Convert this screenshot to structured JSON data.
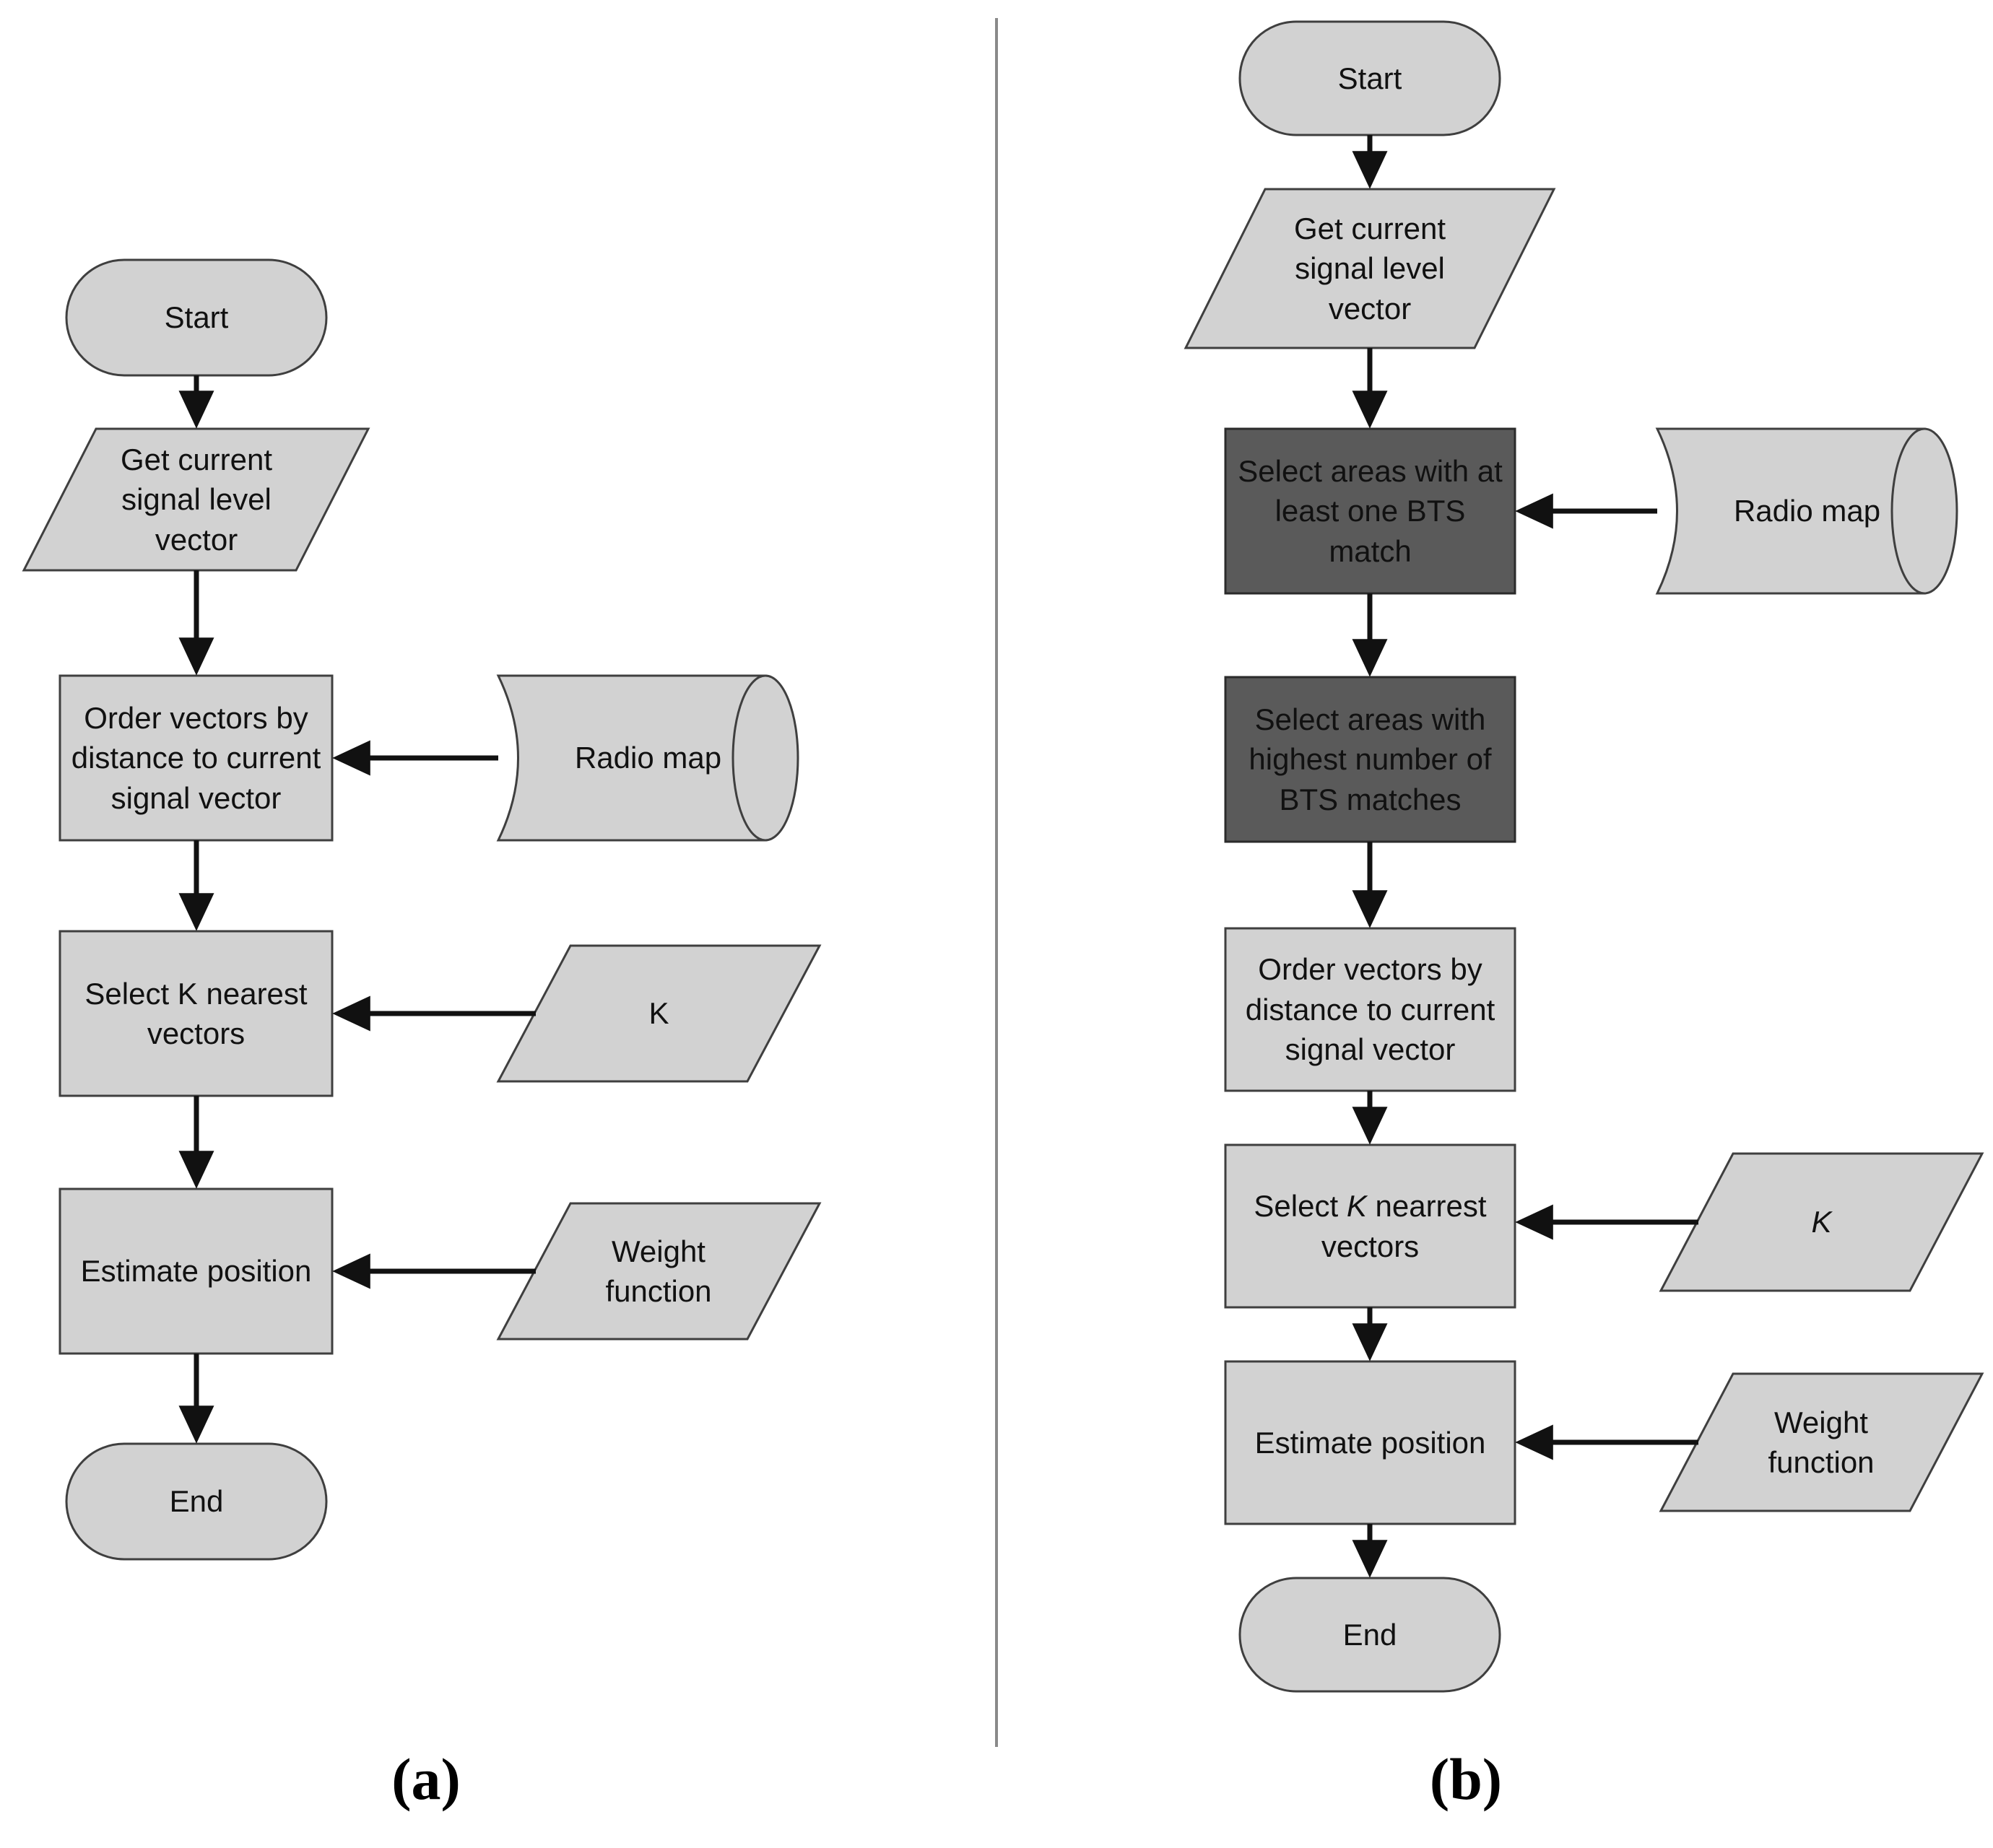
{
  "colors": {
    "shape_fill": "#d2d2d2",
    "shape_stroke": "#3f3f3f",
    "dark_fill": "#5a5a5a",
    "dark_stroke": "#2b2b2b",
    "arrow_color": "#111111",
    "divider_color": "#8a8a8a",
    "text_color": "#111111"
  },
  "panel_a": {
    "label": "(a)",
    "start": "Start",
    "get_signal": "Get current signal level vector",
    "order_vectors": "Order vectors by distance to current signal vector",
    "radio_map": "Radio map",
    "select_k": "Select K nearest vectors",
    "k_input": "K",
    "estimate": "Estimate position",
    "weight_function": "Weight function",
    "end": "End"
  },
  "panel_b": {
    "label": "(b)",
    "start": "Start",
    "get_signal": "Get current signal level vector",
    "select_areas_one": "Select areas with at least one BTS match",
    "select_areas_highest": "Select areas with highest number of BTS matches",
    "order_vectors": "Order vectors by distance to current signal vector",
    "radio_map": "Radio map",
    "select_k_prefix": "Select",
    "select_k_k": "K",
    "select_k_suffix": "nearrest vectors",
    "k_input": "K",
    "estimate": "Estimate position",
    "weight_function": "Weight function",
    "end": "End"
  }
}
